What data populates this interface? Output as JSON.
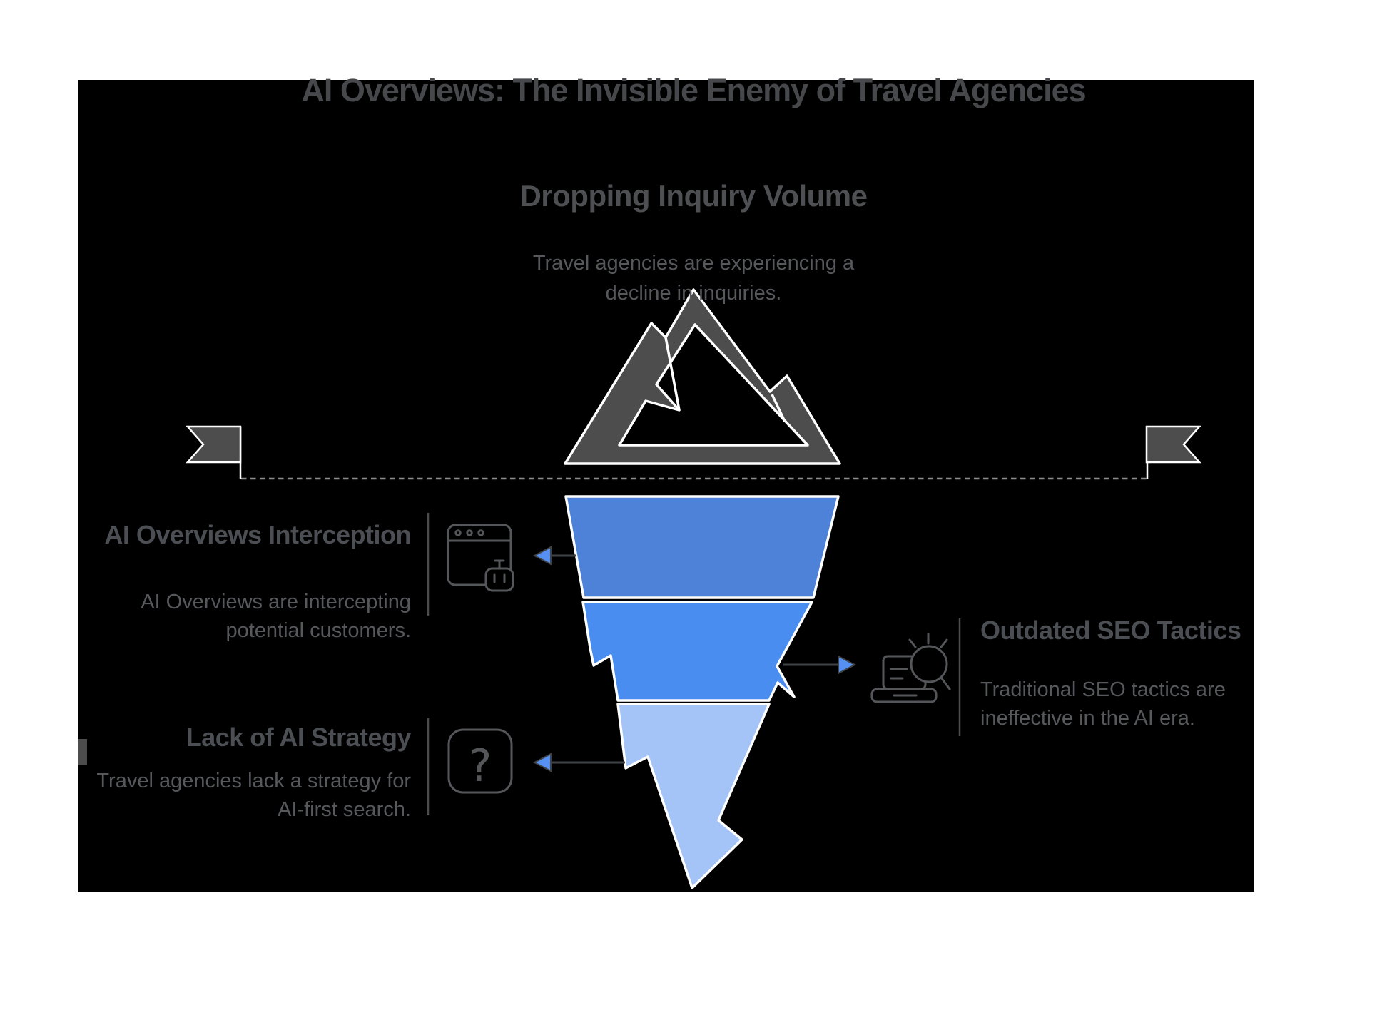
{
  "title": "AI Overviews: The Invisible Enemy of Travel Agencies",
  "surface": {
    "heading": "Dropping Inquiry Volume",
    "line1": "Travel agencies are experiencing a",
    "line2": "decline in inquiries."
  },
  "callouts": {
    "interception": {
      "heading": "AI Overviews Interception",
      "line1": "AI Overviews are intercepting",
      "line2": "potential customers.",
      "icon": "browser-robot"
    },
    "seo": {
      "heading": "Outdated SEO Tactics",
      "line1": "Traditional SEO tactics are",
      "line2": "ineffective in the AI era.",
      "icon": "laptop-search"
    },
    "strategy": {
      "heading": "Lack of AI Strategy",
      "line1": "Travel agencies lack a strategy for",
      "line2": "AI-first search.",
      "icon": "question-mark",
      "glyph": "?"
    }
  },
  "colors": {
    "page_background": "#FFFFFF",
    "card_background": "#000000",
    "funnel_top": "#4E81D8",
    "funnel_mid": "#4A8DF0",
    "funnel_bottom": "#A4C4F8",
    "shape_gray": "#4D4D4D",
    "arrowhead_blue": "#5690F2",
    "waterline_gray": "#8E8E8E"
  }
}
